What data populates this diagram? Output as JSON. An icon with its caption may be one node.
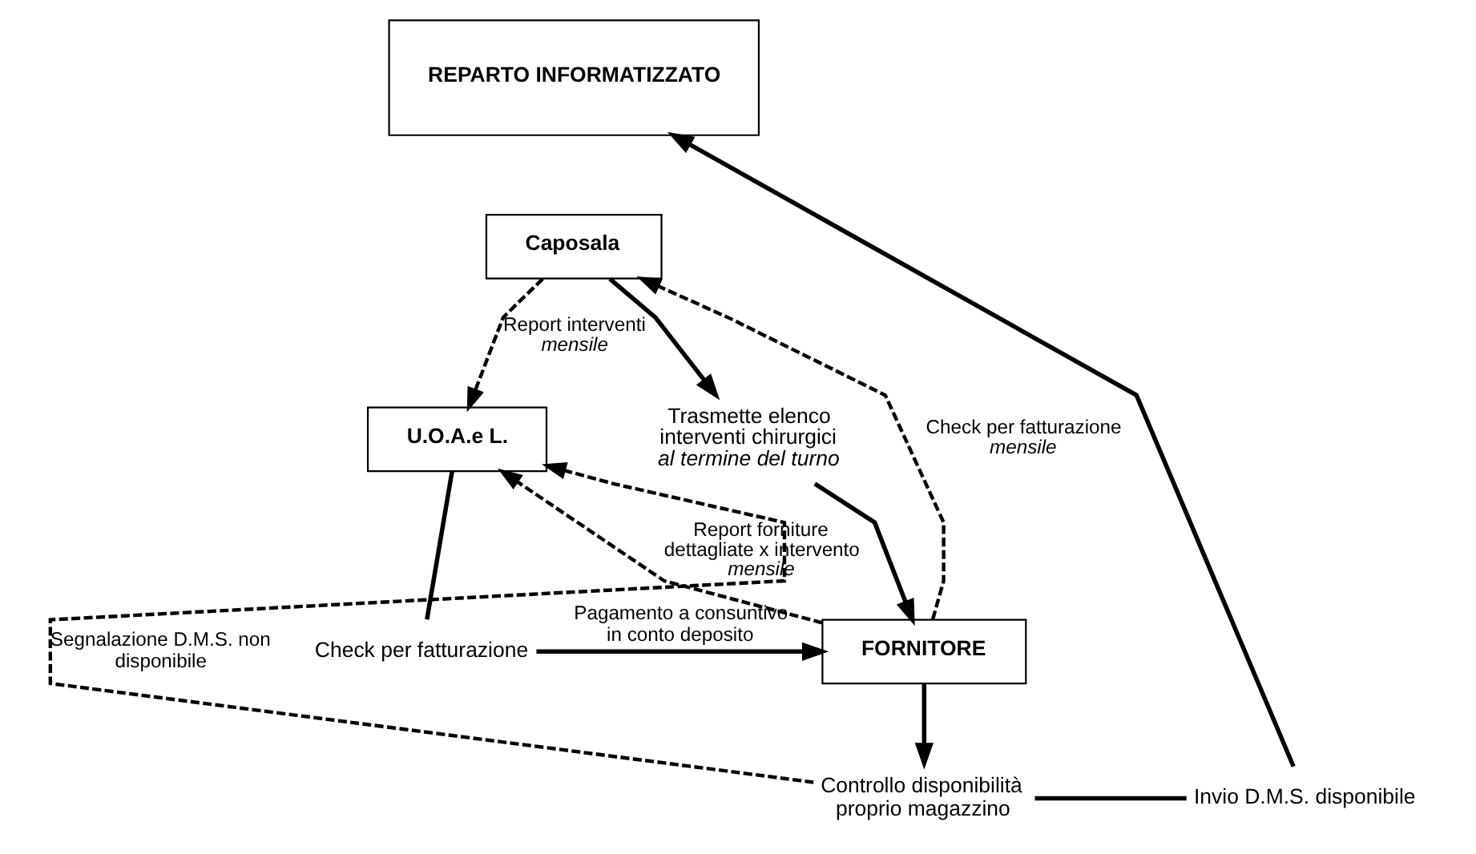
{
  "diagram": {
    "nodes": [
      {
        "text": [
          "REPARTO INFORMATIZZATO"
        ]
      },
      {
        "text": [
          "Caposala"
        ]
      },
      {
        "text": [
          "Trasmette elenco interventi chirurgici *al termine del turno*"
        ]
      },
      {
        "text": [
          "FORNITORE"
        ]
      },
      {
        "text": [
          "Controllo disponibilità proprio magazzino"
        ]
      },
      {
        "text": [
          "Invio D.M.S. disponibile"
        ]
      },
      {
        "text": [
          "U.O.A.e L."
        ]
      },
      {
        "text": [
          "Check per fatturazione"
        ]
      }
    ],
    "edges": [
      {
        "from": 1,
        "to": 2,
        "arrow": "to"
      },
      {
        "from": 2,
        "to": 3,
        "arrow": "to"
      },
      {
        "from": 3,
        "to": 4,
        "arrow": "to"
      },
      {
        "from": 4,
        "to": 5,
        "arrow": "none"
      },
      {
        "from": 5,
        "to": 0,
        "arrow": "to"
      },
      {
        "from": 1,
        "to": 6,
        "arrow": "to",
        "style": "dashed",
        "label": "Report interventi *mensile*"
      },
      {
        "from": 3,
        "to": 1,
        "arrow": "to",
        "style": "dashed",
        "label": "Check per fatturazione *mensile*"
      },
      {
        "from": 3,
        "to": 6,
        "arrow": "to",
        "style": "dashed",
        "label": "Report forniture dettagliate x intervento *mensile*"
      },
      {
        "from": 6,
        "to": 7,
        "arrow": "none"
      },
      {
        "from": 7,
        "to": 3,
        "arrow": "to",
        "label": "Pagamento a consuntivo in conto deposito"
      },
      {
        "from": 4,
        "to": 6,
        "arrow": "to",
        "style": "dashed",
        "label": "Segnalazione D.M.S. non disponibile"
      }
    ]
  }
}
